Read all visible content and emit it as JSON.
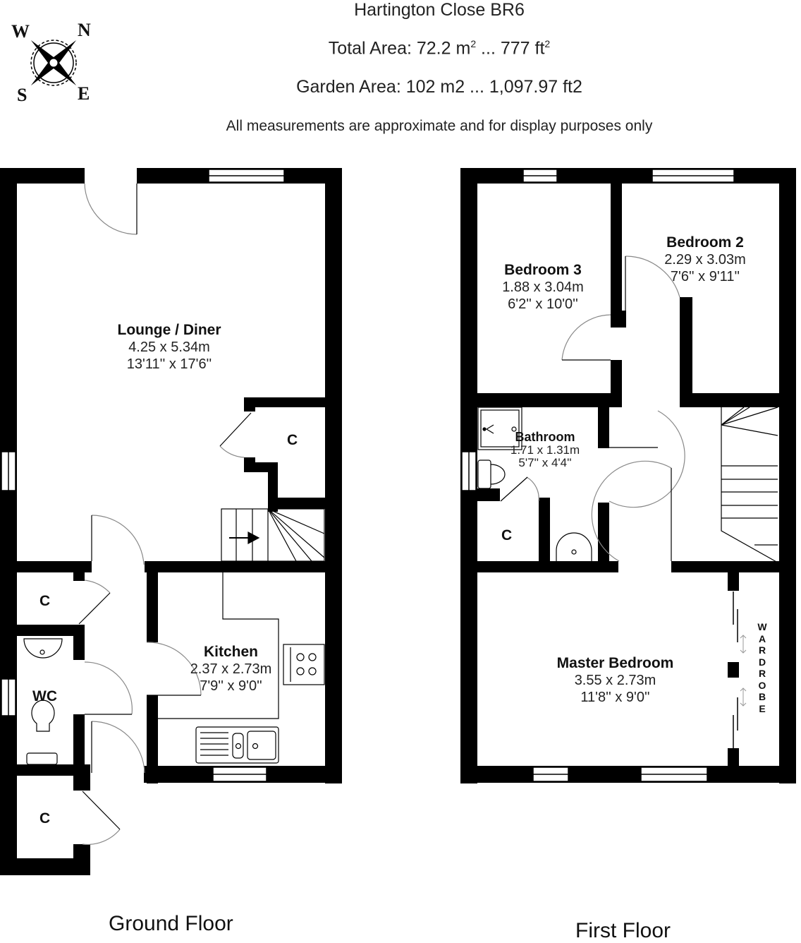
{
  "header": {
    "title": "Hartington Close BR6",
    "total_area_prefix": "Total Area: 72.2 m",
    "total_area_mid": " ... 777 ft",
    "sup": "2",
    "garden_area": "Garden Area: 102 m2 ... 1,097.97 ft2",
    "disclaimer": "All measurements are approximate and for display purposes only"
  },
  "compass": {
    "n": "N",
    "e": "E",
    "s": "S",
    "w": "W"
  },
  "floors": {
    "ground": {
      "label": "Ground Floor",
      "rooms": {
        "lounge": {
          "name": "Lounge / Diner",
          "metric": "4.25 x 5.34m",
          "imperial": "13'11'' x 17'6''"
        },
        "kitchen": {
          "name": "Kitchen",
          "metric": "2.37 x 2.73m",
          "imperial": "7'9'' x 9'0''"
        },
        "wc": {
          "name": "WC"
        },
        "cupboard_lounge": {
          "name": "C"
        },
        "cupboard_hall_top": {
          "name": "C"
        },
        "cupboard_hall_bottom": {
          "name": "C"
        }
      }
    },
    "first": {
      "label": "First Floor",
      "rooms": {
        "bedroom3": {
          "name": "Bedroom 3",
          "metric": "1.88 x 3.04m",
          "imperial": "6'2'' x 10'0''"
        },
        "bedroom2": {
          "name": "Bedroom 2",
          "metric": "2.29 x 3.03m",
          "imperial": "7'6'' x 9'11''"
        },
        "bathroom": {
          "name": "Bathroom",
          "metric": "1.71 x 1.31m",
          "imperial": "5'7'' x 4'4''"
        },
        "master": {
          "name": "Master Bedroom",
          "metric": "3.55 x 2.73m",
          "imperial": "11'8'' x 9'0''"
        },
        "cupboard": {
          "name": "C"
        },
        "wardrobe": {
          "letters": [
            "W",
            "A",
            "R",
            "D",
            "R",
            "O",
            "B",
            "E"
          ]
        }
      }
    }
  },
  "colors": {
    "wall": "#000000",
    "background": "#ffffff",
    "door_arc": "#888888"
  }
}
